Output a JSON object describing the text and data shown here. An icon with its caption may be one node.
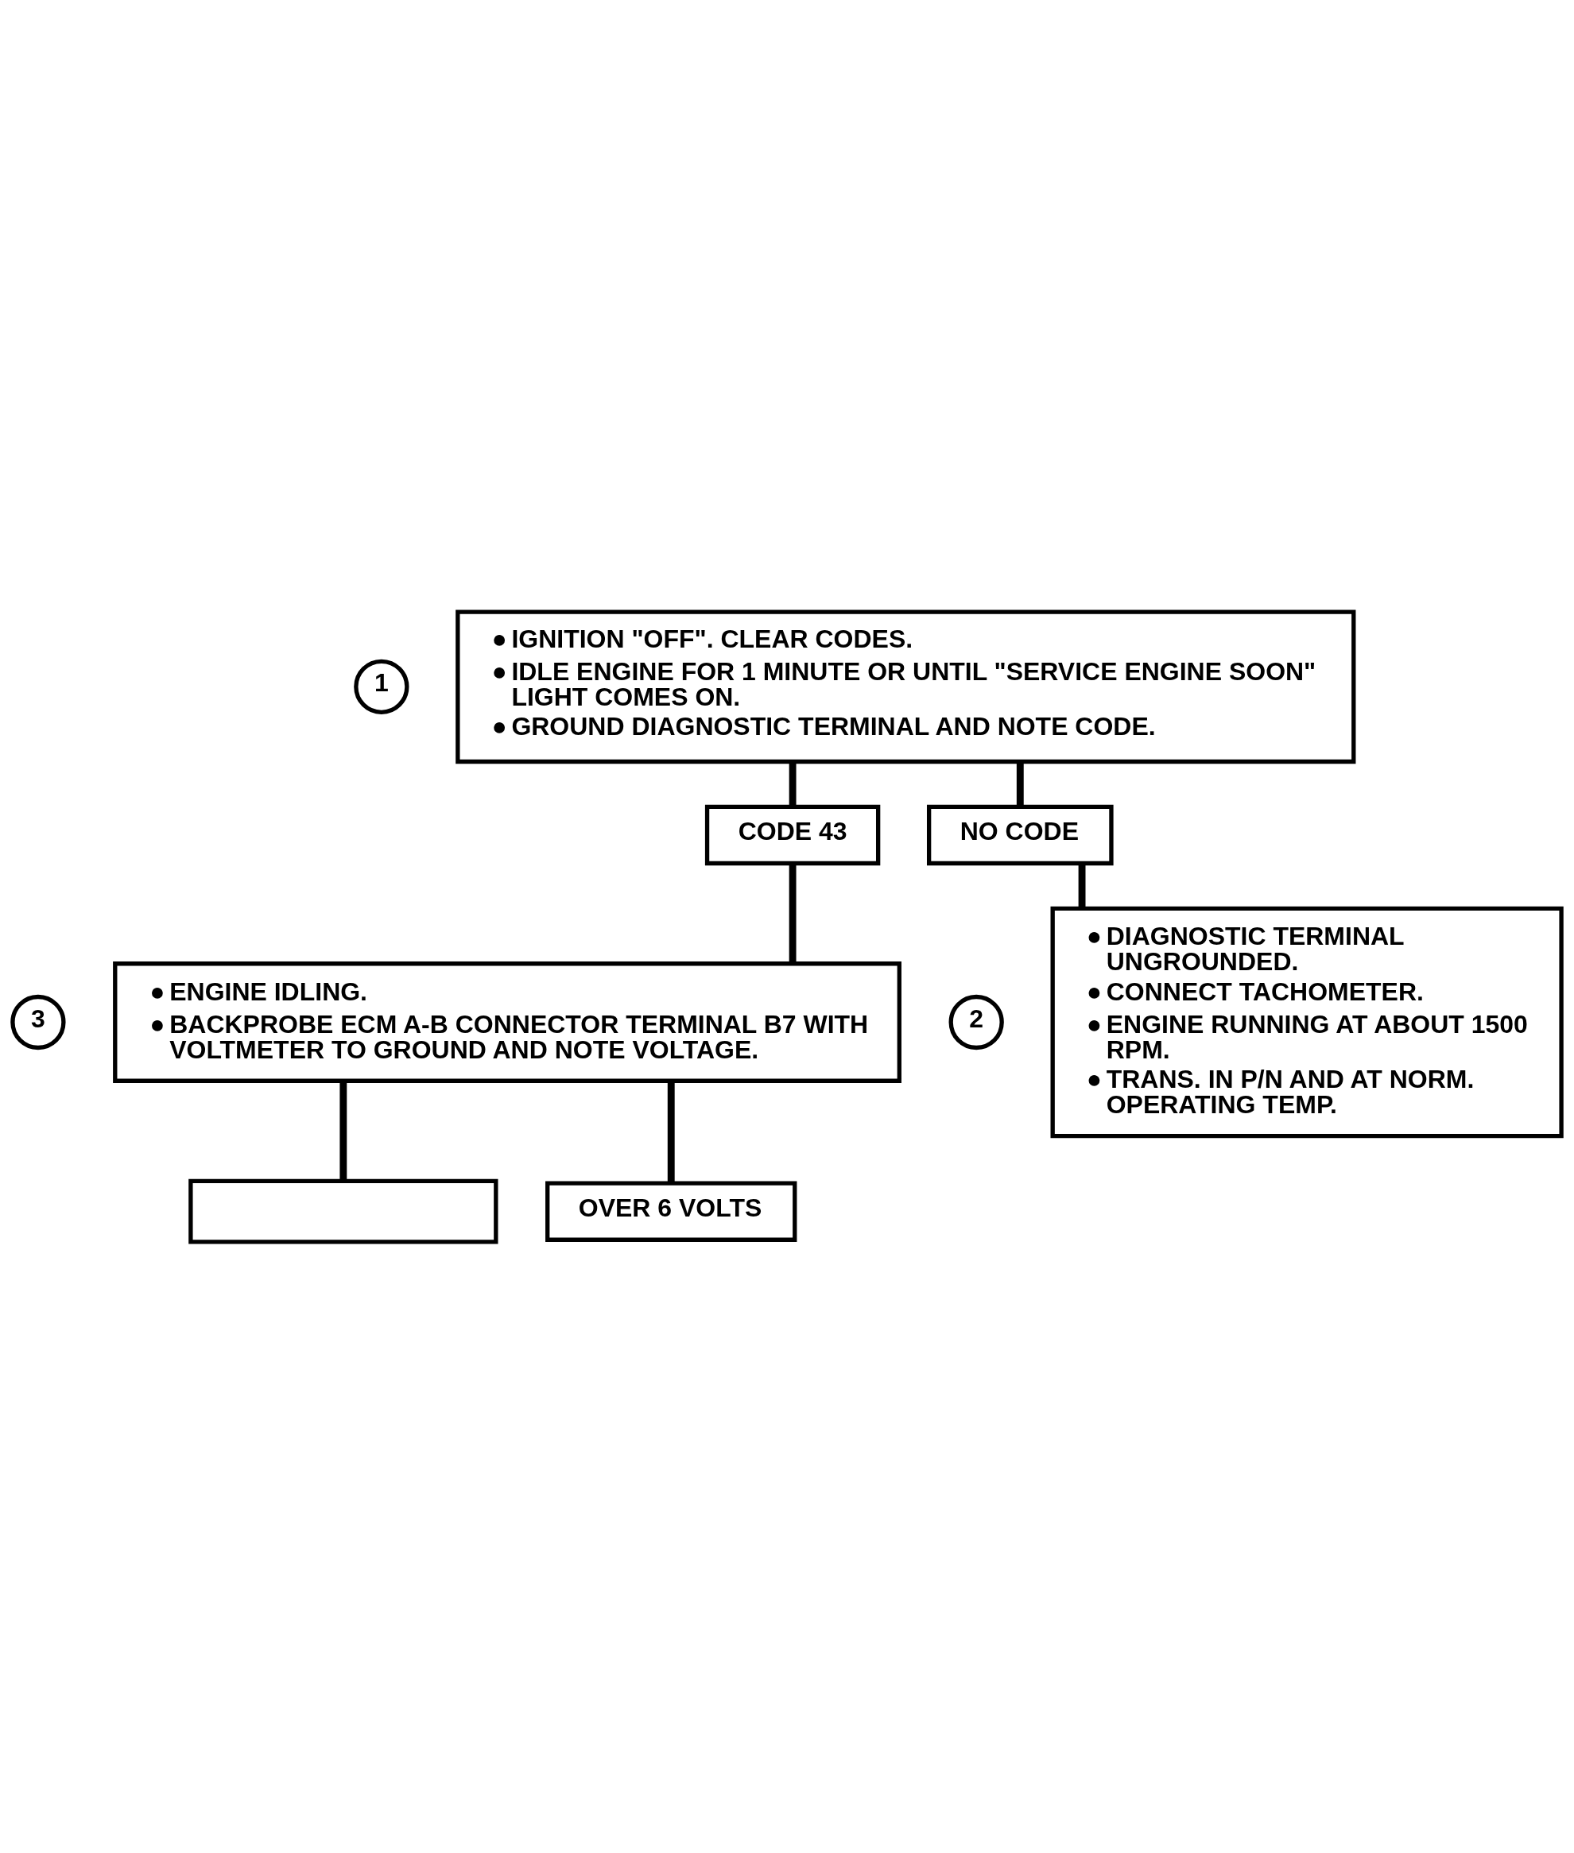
{
  "diagram": {
    "nodes": [
      {
        "text": [
          "1"
        ]
      },
      {
        "text": [
          "● IGNITION \"OFF\". CLEAR CODES.",
          "● IDLE ENGINE FOR 1 MINUTE OR UNTIL \"SERVICE ENGINE SOON\" LIGHT COMES ON.",
          "● GROUND DIAGNOSTIC TERMINAL AND NOTE CODE."
        ]
      },
      {
        "text": [
          "CODE 43"
        ]
      },
      {
        "text": [
          "NO CODE"
        ]
      },
      {
        "text": [
          "3"
        ]
      },
      {
        "text": [
          "● ENGINE IDLING.",
          "● BACKPROBE ECM A-B CONNECTOR TERMINAL B7 WITH VOLTMETER TO GROUND AND NOTE VOLTAGE."
        ]
      },
      {
        "text": [
          "2"
        ]
      },
      {
        "text": [
          "● DIAGNOSTIC TERMINAL UNGROUNDED.",
          "● CONNECT TACHOMETER.",
          "● ENGINE RUNNING AT ABOUT 1500 RPM.",
          "● TRANS. IN P/N AND AT NORM. OPERATING TEMP."
        ]
      },
      {
        "text": [],
        "shape": "box"
      },
      {
        "text": [
          "OVER 6 VOLTS"
        ]
      }
    ],
    "edges": [
      {
        "from": 1,
        "to": 2,
        "arrow": "none"
      },
      {
        "from": 1,
        "to": 3,
        "arrow": "none"
      },
      {
        "from": 2,
        "to": 5,
        "arrow": "none"
      },
      {
        "from": 3,
        "to": 7,
        "arrow": "none"
      },
      {
        "from": 5,
        "to": 8,
        "arrow": "none"
      },
      {
        "from": 5,
        "to": 9,
        "arrow": "none"
      }
    ]
  }
}
